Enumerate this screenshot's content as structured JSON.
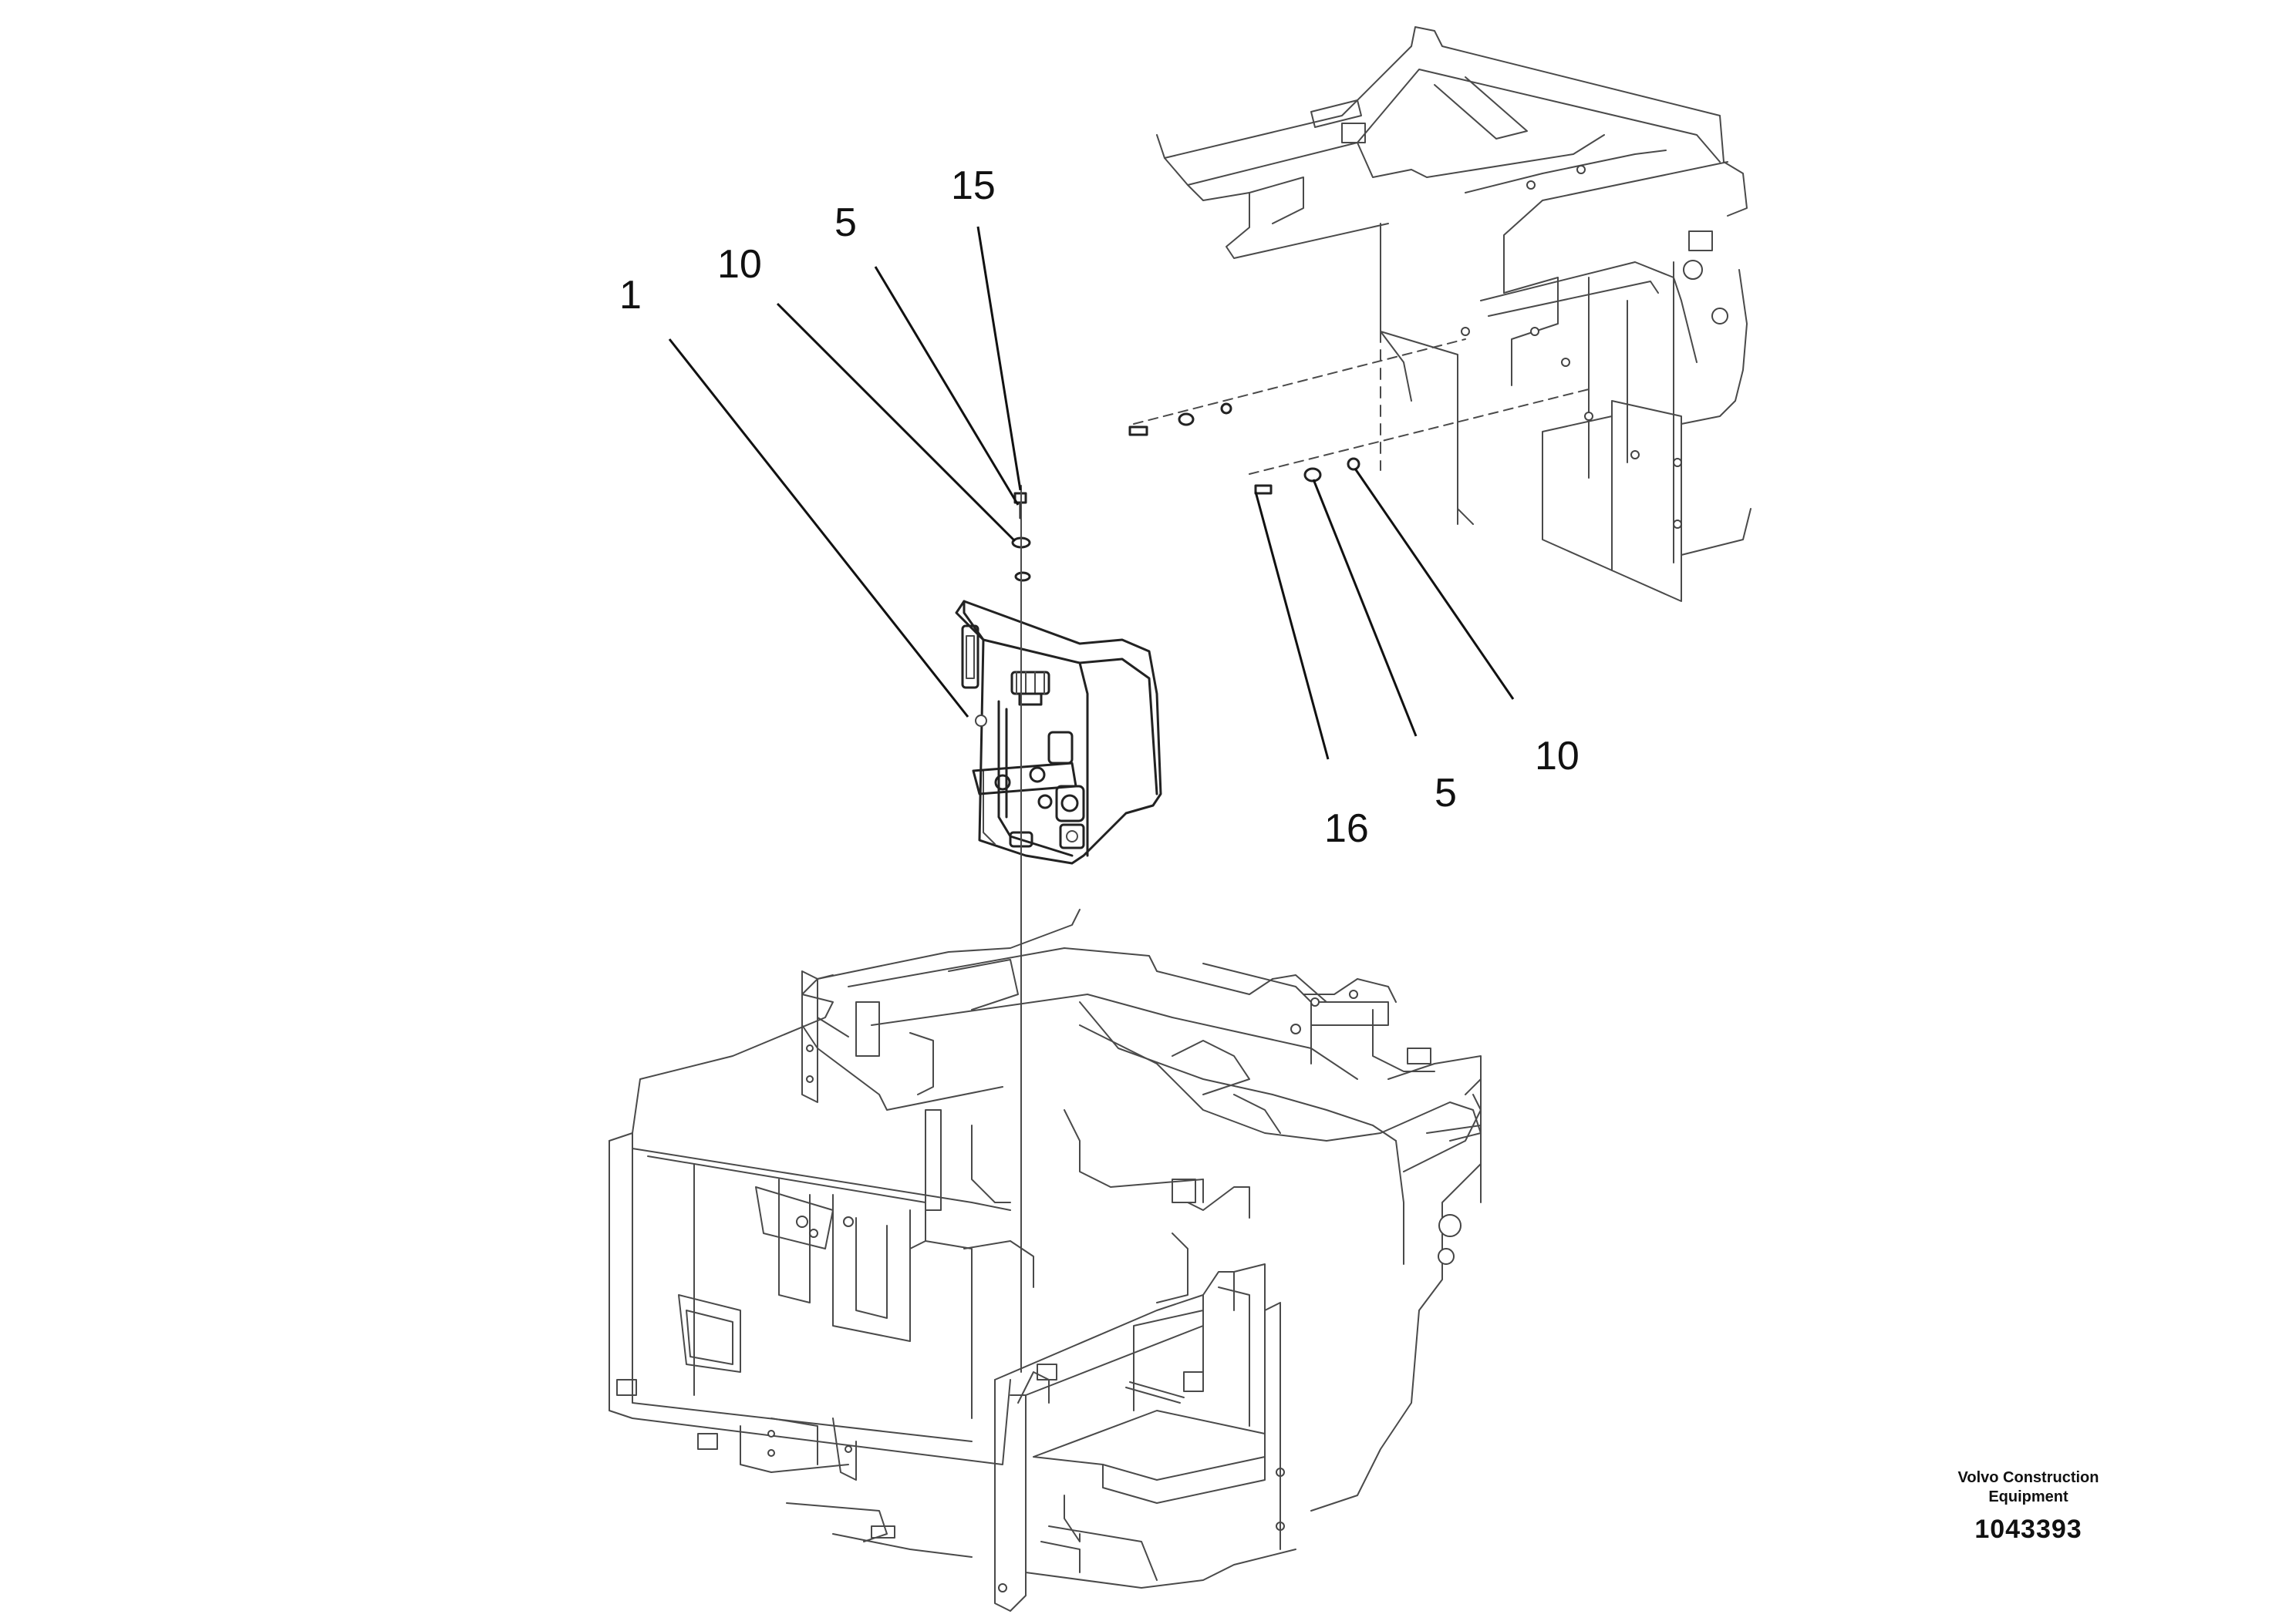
{
  "diagram": {
    "callouts": [
      {
        "id": "c1",
        "label": "1"
      },
      {
        "id": "c10a",
        "label": "10"
      },
      {
        "id": "c5a",
        "label": "5"
      },
      {
        "id": "c15",
        "label": "15"
      },
      {
        "id": "c16",
        "label": "16"
      },
      {
        "id": "c5b",
        "label": "5"
      },
      {
        "id": "c10b",
        "label": "10"
      }
    ]
  },
  "caption": {
    "brand_line1": "Volvo Construction",
    "brand_line2": "Equipment",
    "drawing_number": "1043393"
  }
}
